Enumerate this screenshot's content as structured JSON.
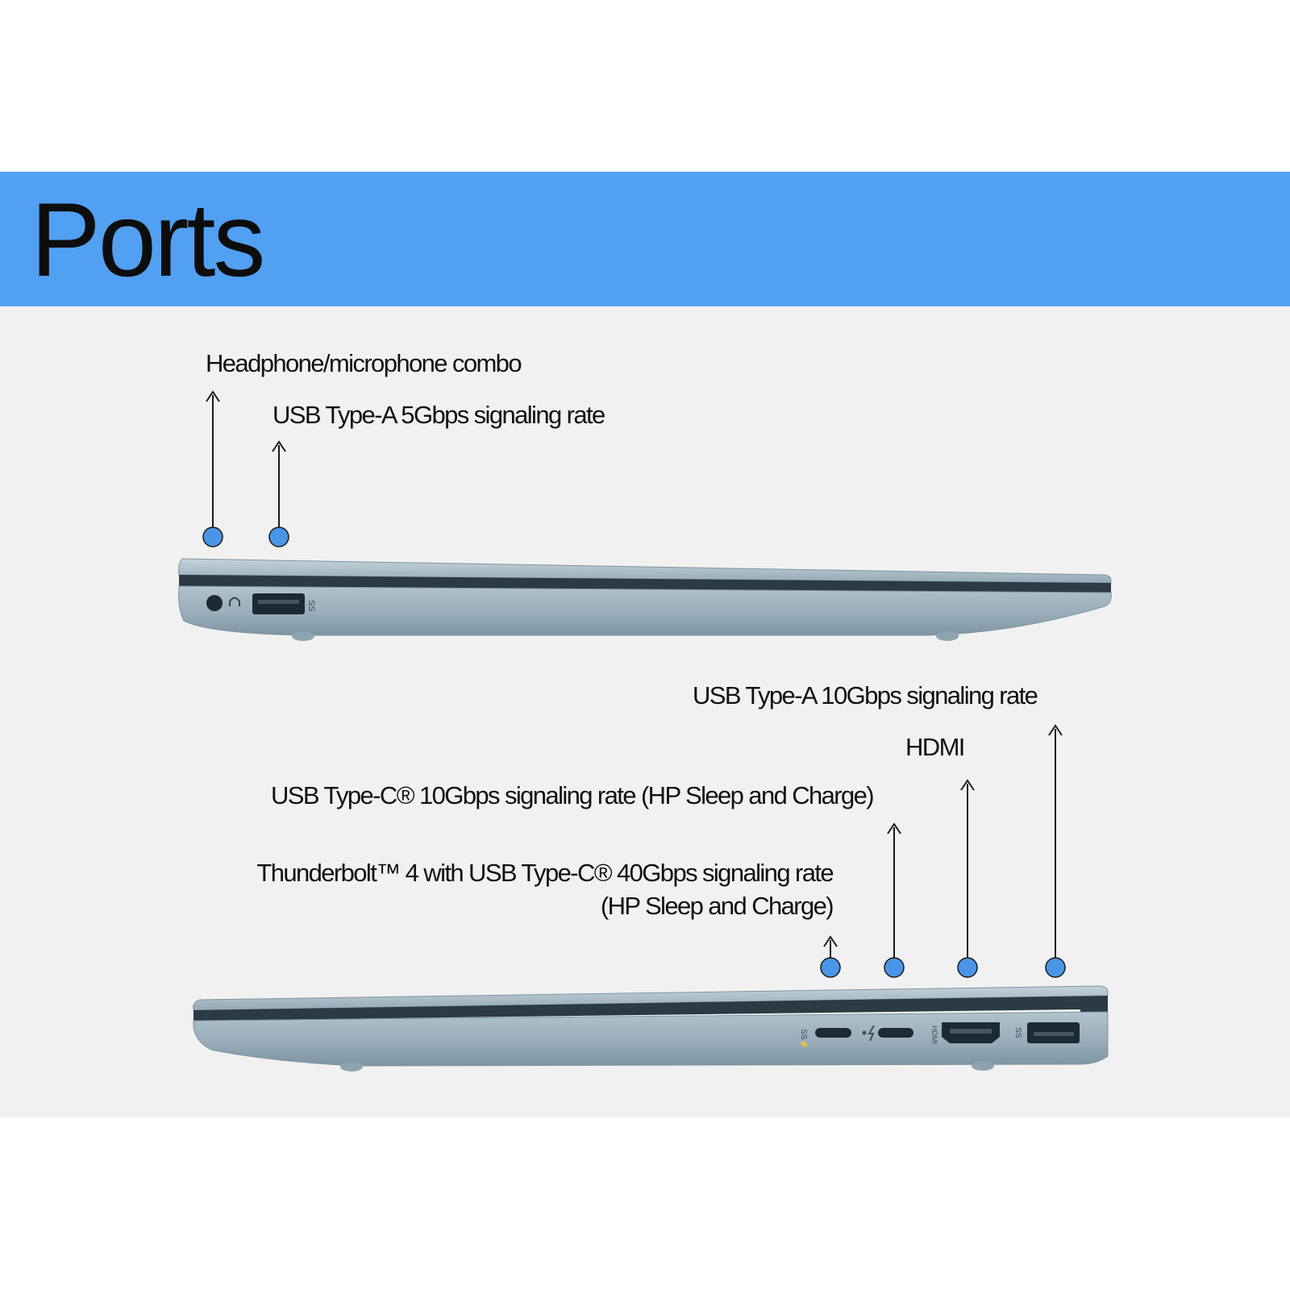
{
  "header": {
    "title": "Ports"
  },
  "colors": {
    "banner": "#52a0f2",
    "panel": "#f1f1f1",
    "dot": "#4b95e8",
    "body": "#9db2bf",
    "body_dark": "#6e8794",
    "lid": "#b3c5d0",
    "port": "#1c2a33",
    "line": "#1a1a1a"
  },
  "left_side": {
    "labels": {
      "headphone": "Headphone/microphone combo",
      "usb_a_5": "USB Type-A 5Gbps signaling rate"
    }
  },
  "right_side": {
    "labels": {
      "usb_a_10": "USB Type-A 10Gbps signaling rate",
      "hdmi": "HDMI",
      "usb_c_10": "USB Type-C® 10Gbps signaling rate (HP Sleep and Charge)",
      "thunderbolt_line1": "Thunderbolt™ 4 with USB Type-C® 40Gbps signaling rate",
      "thunderbolt_line2": "(HP Sleep and Charge)"
    }
  },
  "icons": {
    "headphone_jack": "headphone-jack-icon",
    "headset": "headset-icon",
    "usb_a": "usb-a-port-icon",
    "usb_symbol": "usb-symbol-icon",
    "usb_c": "usb-c-port-icon",
    "thunderbolt": "thunderbolt-icon",
    "hdmi": "hdmi-port-icon",
    "arrow": "arrow-up-icon",
    "callout_dot": "callout-dot-icon"
  }
}
